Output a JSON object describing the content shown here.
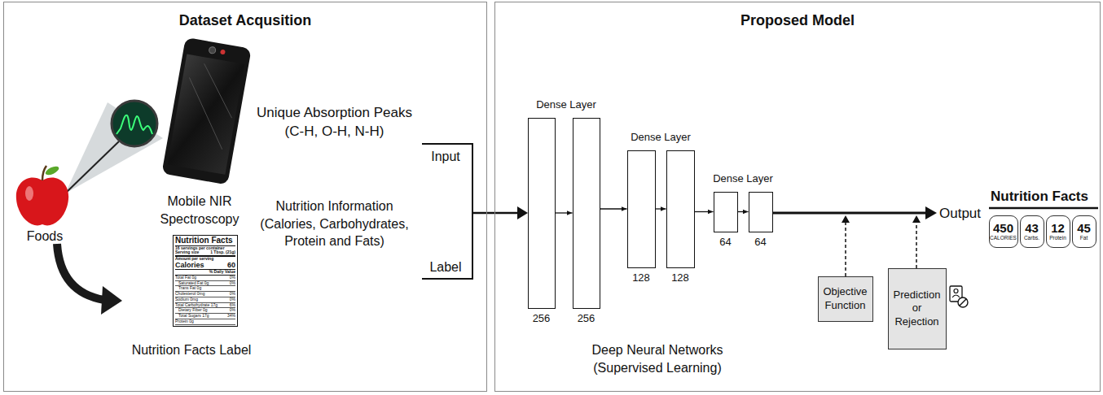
{
  "diagram": {
    "nodes": [
      {
        "text": [
          "Dataset Acqusition"
        ]
      },
      {
        "text": [
          "Proposed Model"
        ]
      },
      {
        "text": [
          "256"
        ],
        "in": 1
      },
      {
        "text": [
          "256"
        ],
        "in": 1
      },
      {
        "text": [
          "128"
        ],
        "in": 1
      },
      {
        "text": [
          "128"
        ],
        "in": 1
      },
      {
        "text": [
          "64"
        ],
        "in": 1
      },
      {
        "text": [
          "64"
        ],
        "in": 1
      },
      {
        "text": [
          "Objective Function"
        ],
        "in": 1
      },
      {
        "text": [
          "Prediction or Rejection"
        ],
        "in": 1
      },
      {
        "text": [
          "450",
          "CALORIES"
        ],
        "in": 1
      },
      {
        "text": [
          "43",
          "Carbs."
        ],
        "in": 1
      },
      {
        "text": [
          "12",
          "Protein"
        ],
        "in": 1
      },
      {
        "text": [
          "45",
          "Fat"
        ],
        "in": 1
      }
    ],
    "edges": [
      {
        "from": 2,
        "to": 3,
        "arrow": "to"
      },
      {
        "from": 3,
        "to": 4,
        "arrow": "to"
      },
      {
        "from": 4,
        "to": 5,
        "arrow": "to"
      },
      {
        "from": 5,
        "to": 6,
        "arrow": "to"
      },
      {
        "from": 6,
        "to": 7,
        "arrow": "to"
      }
    ],
    "labels": [
      "Foods",
      "Mobile NIR Spectroscopy",
      "Unique Absorption Peaks (C-H, O-H, N-H)",
      "Input",
      "Nutrition Information (Calories, Carbohydrates, Protein and Fats)",
      "Label",
      "Nutrition Facts Label",
      "Dense Layer",
      "Dense Layer",
      "Dense Layer",
      "Deep Neural Networks (Supervised Learning)",
      "Output",
      "Nutrition Facts",
      "Nutrition Facts",
      "16 servings per container",
      "Serving size",
      "1 Tbsp. (21g)",
      "Amount per serving",
      "Calories",
      "60",
      "% Daily Value",
      "Total Fat 0g",
      "0%",
      "Saturated Fat 0g",
      "0%",
      "Trans Fat 0g",
      "Cholesterol 0mg",
      "0%",
      "Sodium 0mg",
      "0%",
      "Total Carbohydrate 17g",
      "6%",
      "Dietary Fiber 0g",
      "0%",
      "Total Sugars 17g",
      "34%",
      "Protein 0g"
    ]
  }
}
